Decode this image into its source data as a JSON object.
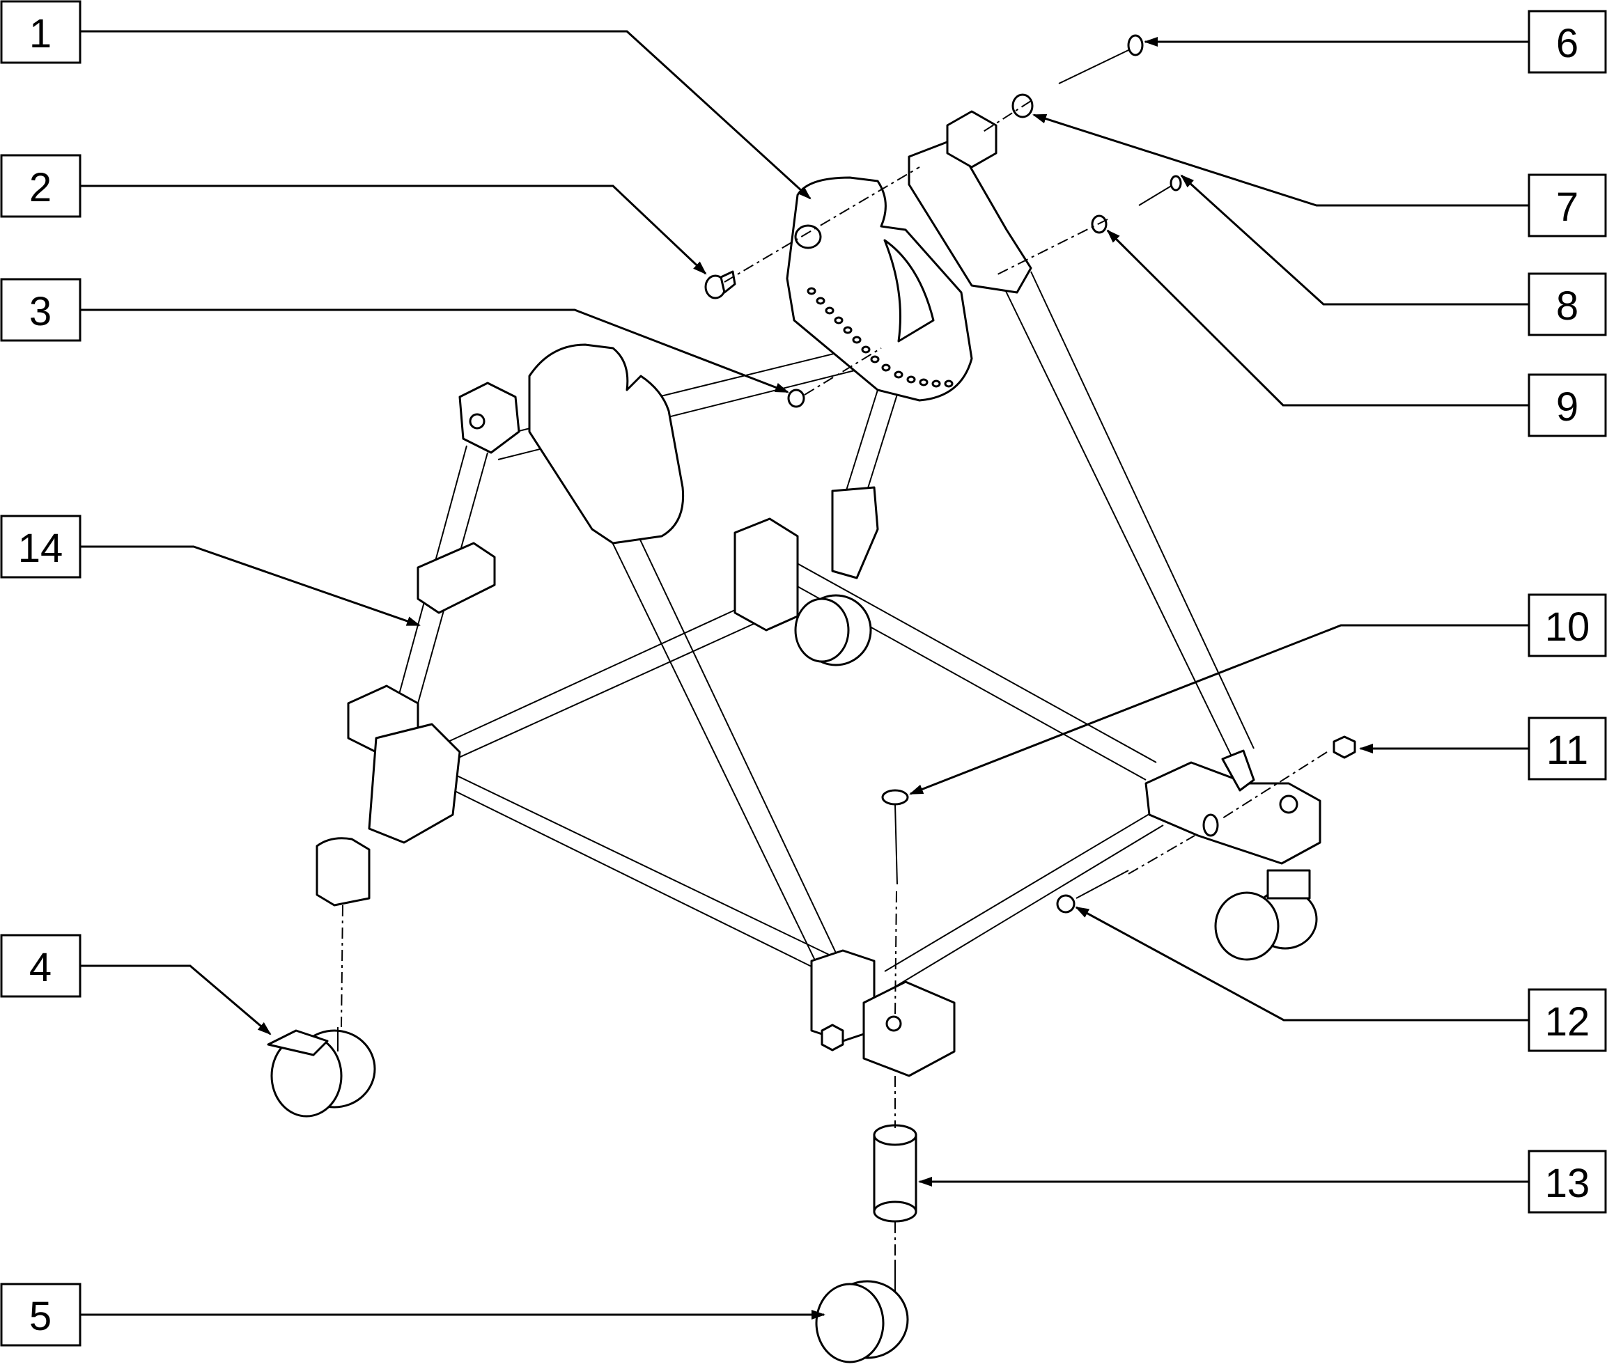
{
  "diagram": {
    "callouts": [
      {
        "id": "1",
        "label": "1"
      },
      {
        "id": "2",
        "label": "2"
      },
      {
        "id": "3",
        "label": "3"
      },
      {
        "id": "14",
        "label": "14"
      },
      {
        "id": "4",
        "label": "4"
      },
      {
        "id": "5",
        "label": "5"
      },
      {
        "id": "6",
        "label": "6"
      },
      {
        "id": "7",
        "label": "7"
      },
      {
        "id": "8",
        "label": "8"
      },
      {
        "id": "9",
        "label": "9"
      },
      {
        "id": "10",
        "label": "10"
      },
      {
        "id": "11",
        "label": "11"
      },
      {
        "id": "12",
        "label": "12"
      },
      {
        "id": "13",
        "label": "13"
      }
    ]
  }
}
